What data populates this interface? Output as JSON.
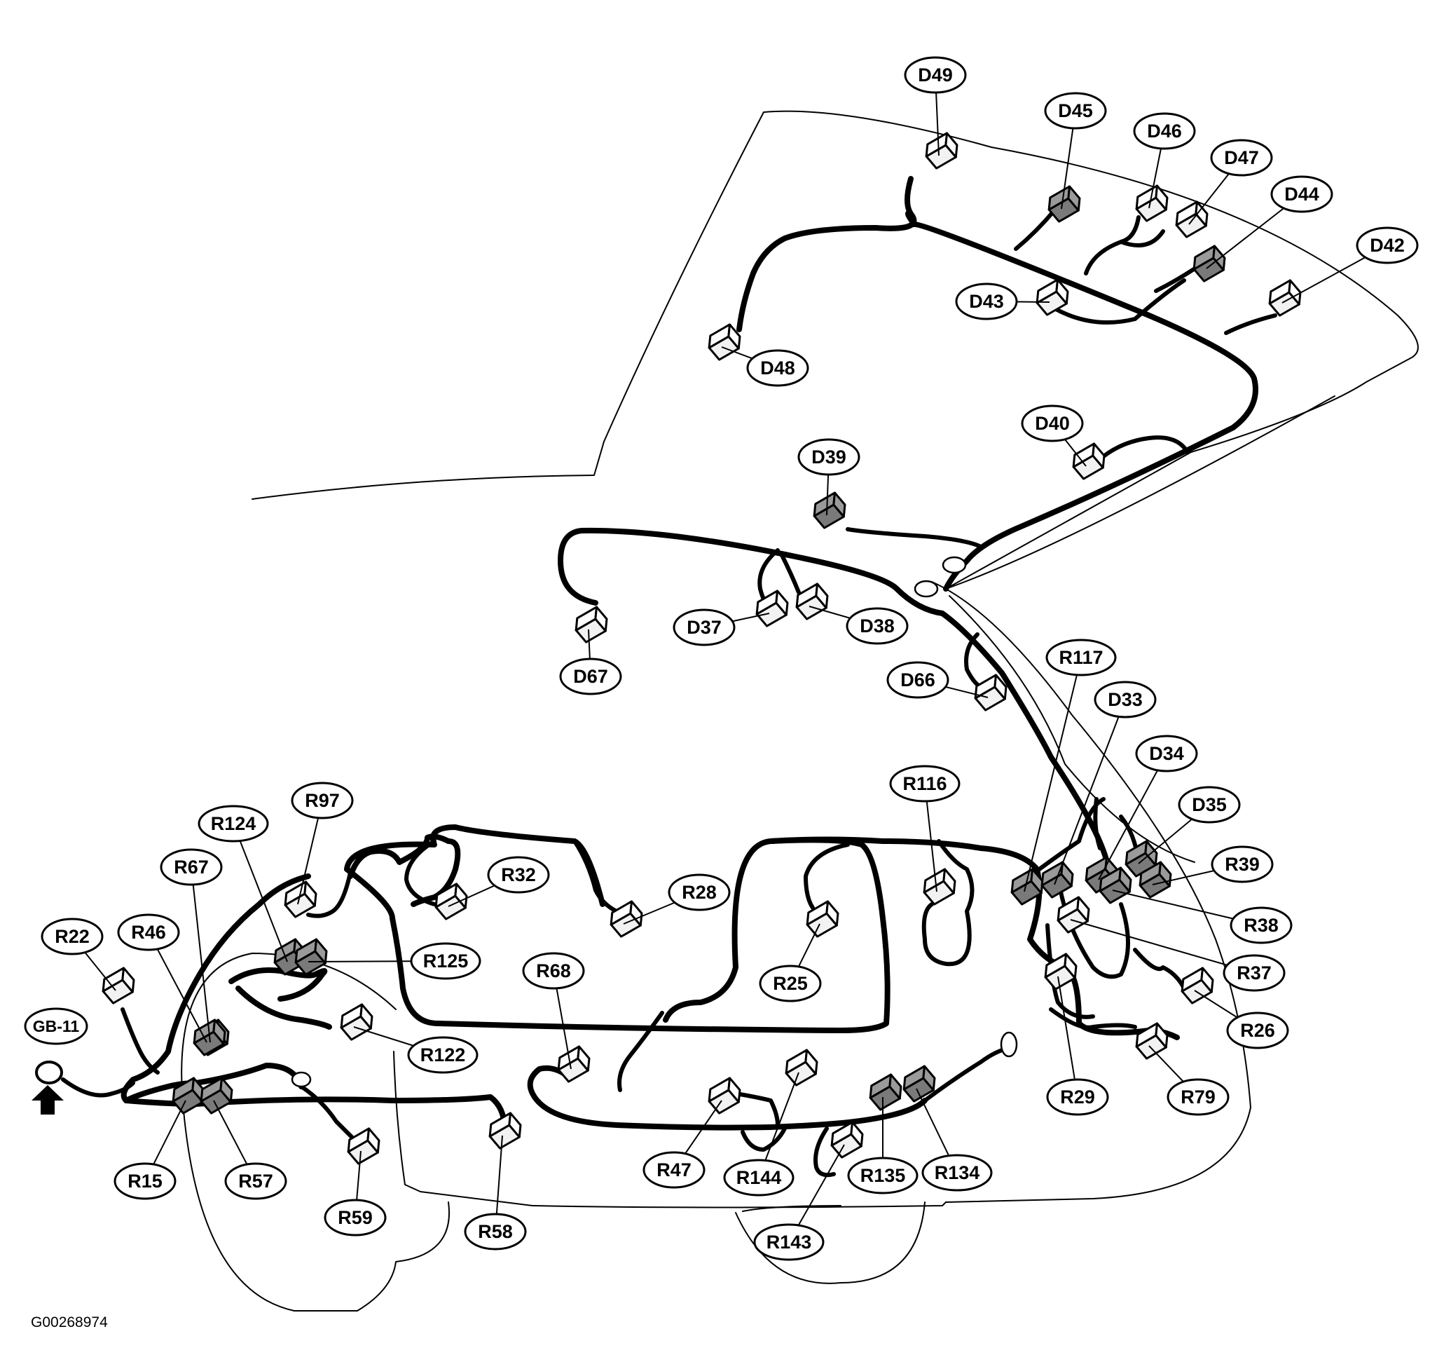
{
  "figure_id": "G00268974",
  "ground_label": "GB-11",
  "connectors": [
    {
      "id": "D49",
      "shaded": false
    },
    {
      "id": "D45",
      "shaded": true
    },
    {
      "id": "D46",
      "shaded": false
    },
    {
      "id": "D47",
      "shaded": false
    },
    {
      "id": "D44",
      "shaded": true
    },
    {
      "id": "D42",
      "shaded": false
    },
    {
      "id": "D43",
      "shaded": false
    },
    {
      "id": "D48",
      "shaded": false
    },
    {
      "id": "D40",
      "shaded": false
    },
    {
      "id": "D39",
      "shaded": true
    },
    {
      "id": "D37",
      "shaded": false
    },
    {
      "id": "D38",
      "shaded": false
    },
    {
      "id": "D67",
      "shaded": false
    },
    {
      "id": "D66",
      "shaded": false
    },
    {
      "id": "R117",
      "shaded": true
    },
    {
      "id": "D33",
      "shaded": true
    },
    {
      "id": "D34",
      "shaded": true
    },
    {
      "id": "D35",
      "shaded": true
    },
    {
      "id": "R39",
      "shaded": true
    },
    {
      "id": "R38",
      "shaded": true
    },
    {
      "id": "R37",
      "shaded": false
    },
    {
      "id": "R26",
      "shaded": false
    },
    {
      "id": "R29",
      "shaded": false
    },
    {
      "id": "R79",
      "shaded": false
    },
    {
      "id": "R116",
      "shaded": false
    },
    {
      "id": "R97",
      "shaded": false
    },
    {
      "id": "R124",
      "shaded": true
    },
    {
      "id": "R67",
      "shaded": true
    },
    {
      "id": "R22",
      "shaded": false
    },
    {
      "id": "R46",
      "shaded": true
    },
    {
      "id": "R32",
      "shaded": false
    },
    {
      "id": "R28",
      "shaded": false
    },
    {
      "id": "R125",
      "shaded": true
    },
    {
      "id": "R122",
      "shaded": false
    },
    {
      "id": "R25",
      "shaded": false
    },
    {
      "id": "R68",
      "shaded": false
    },
    {
      "id": "R15",
      "shaded": true
    },
    {
      "id": "R57",
      "shaded": true
    },
    {
      "id": "R59",
      "shaded": false
    },
    {
      "id": "R58",
      "shaded": false
    },
    {
      "id": "R47",
      "shaded": false
    },
    {
      "id": "R144",
      "shaded": false
    },
    {
      "id": "R135",
      "shaded": true
    },
    {
      "id": "R134",
      "shaded": true
    },
    {
      "id": "R143",
      "shaded": false
    }
  ]
}
